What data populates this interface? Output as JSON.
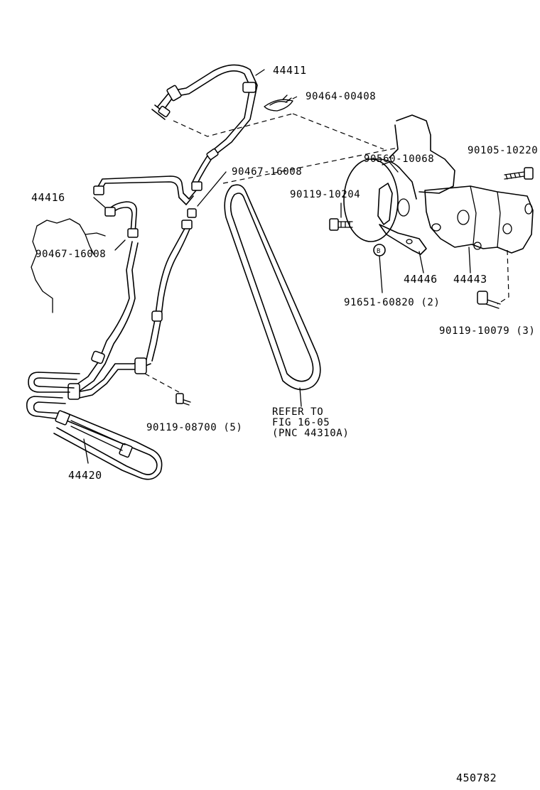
{
  "parts": {
    "p44411": "44411",
    "p90464_00408": "90464-00408",
    "p90560_10068": "90560-10068",
    "p90105_10220": "90105-10220",
    "p90467_16008_top": "90467-16008",
    "p90119_10204": "90119-10204",
    "p44416": "44416",
    "p90467_16008_left": "90467-16008",
    "p44446": "44446",
    "p44443": "44443",
    "p91651_60820": "91651-60820 (2)",
    "p90119_10079": "90119-10079 (3)",
    "p90119_08700": "90119-08700 (5)",
    "p44420": "44420",
    "marker_b": "B"
  },
  "refer": {
    "line1": "REFER TO",
    "line2": "FIG 16-05",
    "line3": "(PNC 44310A)"
  },
  "figure_number": "450782",
  "colors": {
    "ink": "#000000",
    "paper": "#ffffff"
  }
}
